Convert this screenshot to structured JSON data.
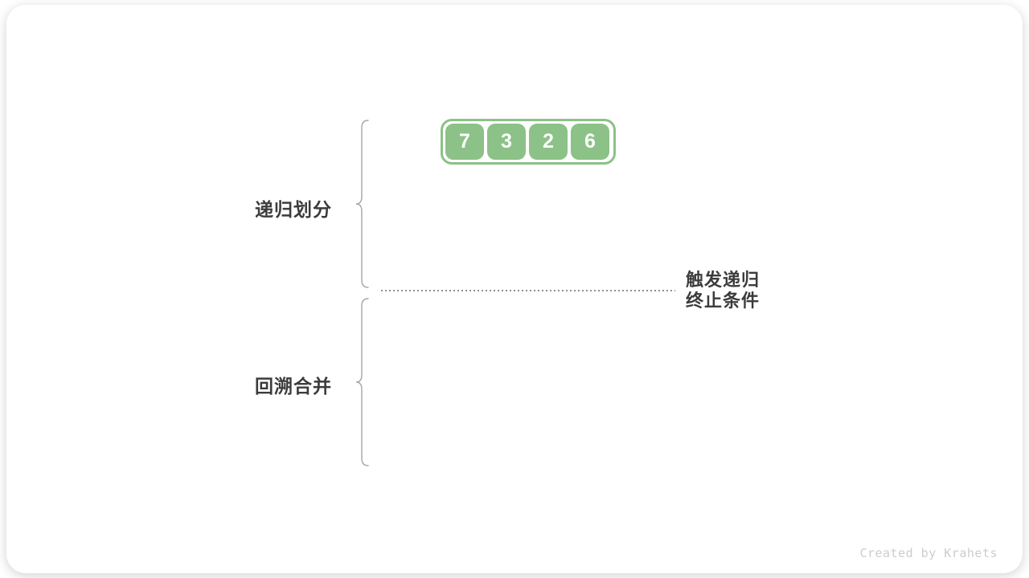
{
  "diagram": {
    "array": {
      "values": [
        "7",
        "3",
        "2",
        "6"
      ]
    },
    "phase_top_label": "递归划分",
    "phase_bottom_label": "回溯合并",
    "terminate_label_line1": "触发递归",
    "terminate_label_line2": "终止条件",
    "watermark": "Created by Krahets",
    "colors": {
      "cell_green": "#8CC187",
      "label_text": "#3C3C3C",
      "brace_gray": "#A6A6A6",
      "dotted_line_gray": "#8E8E8E",
      "watermark_gray": "#CDCDCD"
    }
  }
}
